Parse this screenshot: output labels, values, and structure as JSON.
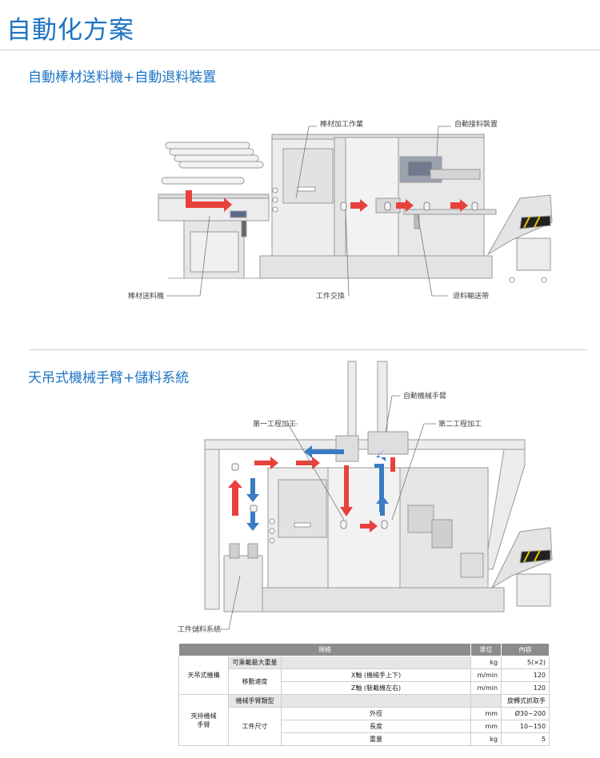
{
  "page_title": "自動化方案",
  "section1": {
    "title": "自動棒材送料機+自動退料裝置",
    "labels": {
      "processing": "棒材加工作業",
      "loader": "自動接料裝置",
      "bar_feeder": "棒材送料機",
      "exchange": "工件交換",
      "conveyor": "退料輸送帶"
    }
  },
  "section2": {
    "title": "天吊式機械手臂+儲料系統",
    "labels": {
      "robot": "自動機械手臂",
      "process1": "第一工程加工",
      "process2": "第二工程加工",
      "storage": "工件儲料系統"
    }
  },
  "colors": {
    "accent": "#1d74c4",
    "arrow_red": "#e8413c",
    "arrow_blue": "#3a7cc4"
  },
  "spec_table": {
    "headers": {
      "spec": "規格",
      "unit": "單位",
      "content": "內容"
    },
    "gantry": "天吊式機構",
    "max_load": "可乘載最大重量",
    "max_load_unit": "kg",
    "max_load_value": "5(×2)",
    "move_speed": "移動速度",
    "x_axis": "X軸 (機械手上下)",
    "x_unit": "m/min",
    "x_value": "120",
    "z_axis": "Z軸 (裝載機左右)",
    "z_unit": "m/min",
    "z_value": "120",
    "gripper_line1": "夾持機械",
    "gripper_line2": "手臂",
    "arm_type": "機械手臂類型",
    "arm_type_value": "旋轉式抓取手",
    "workpiece_size": "工件尺寸",
    "outer_dia": "外徑",
    "outer_unit": "mm",
    "outer_value": "Ø30~200",
    "length": "長度",
    "length_unit": "mm",
    "length_value": "10~150",
    "weight": "重量",
    "weight_unit": "kg",
    "weight_value": "5"
  }
}
